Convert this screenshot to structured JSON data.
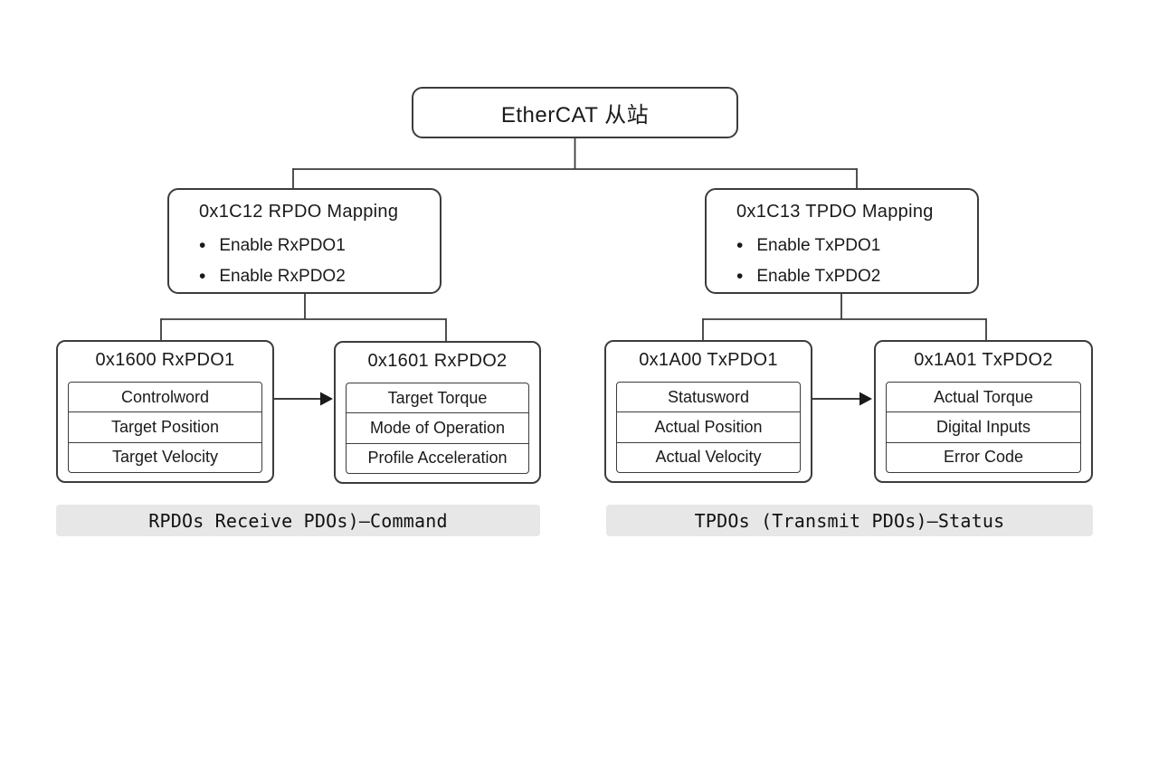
{
  "diagram": {
    "root": {
      "label": "EtherCAT 从站"
    },
    "icons": {
      "bullet": "•"
    },
    "mappings": [
      {
        "title": "0x1C12 RPDO Mapping",
        "items": [
          "Enable RxPDO1",
          "Enable RxPDO2"
        ]
      },
      {
        "title": "0x1C13 TPDO Mapping",
        "items": [
          "Enable TxPDO1",
          "Enable TxPDO2"
        ]
      }
    ],
    "pdos": [
      {
        "title": "0x1600 RxPDO1",
        "rows": [
          "Controlword",
          "Target Position",
          "Target Velocity"
        ]
      },
      {
        "title": "0x1601 RxPDO2",
        "rows": [
          "Target Torque",
          "Mode of Operation",
          "Profile Acceleration"
        ]
      },
      {
        "title": "0x1A00 TxPDO1",
        "rows": [
          "Statusword",
          "Actual Position",
          "Actual Velocity"
        ]
      },
      {
        "title": "0x1A01 TxPDO2",
        "rows": [
          "Actual Torque",
          "Digital Inputs",
          "Error Code"
        ]
      }
    ],
    "captions": [
      {
        "text": "RPDOs Receive PDOs)–Command"
      },
      {
        "text": "TPDOs (Transmit PDOs)–Status"
      }
    ],
    "colors": {
      "stroke": "#3c3c3c",
      "node_fill": "#ffffff",
      "caption_bg": "#e7e7e7",
      "text": "#1a1a1a"
    }
  }
}
